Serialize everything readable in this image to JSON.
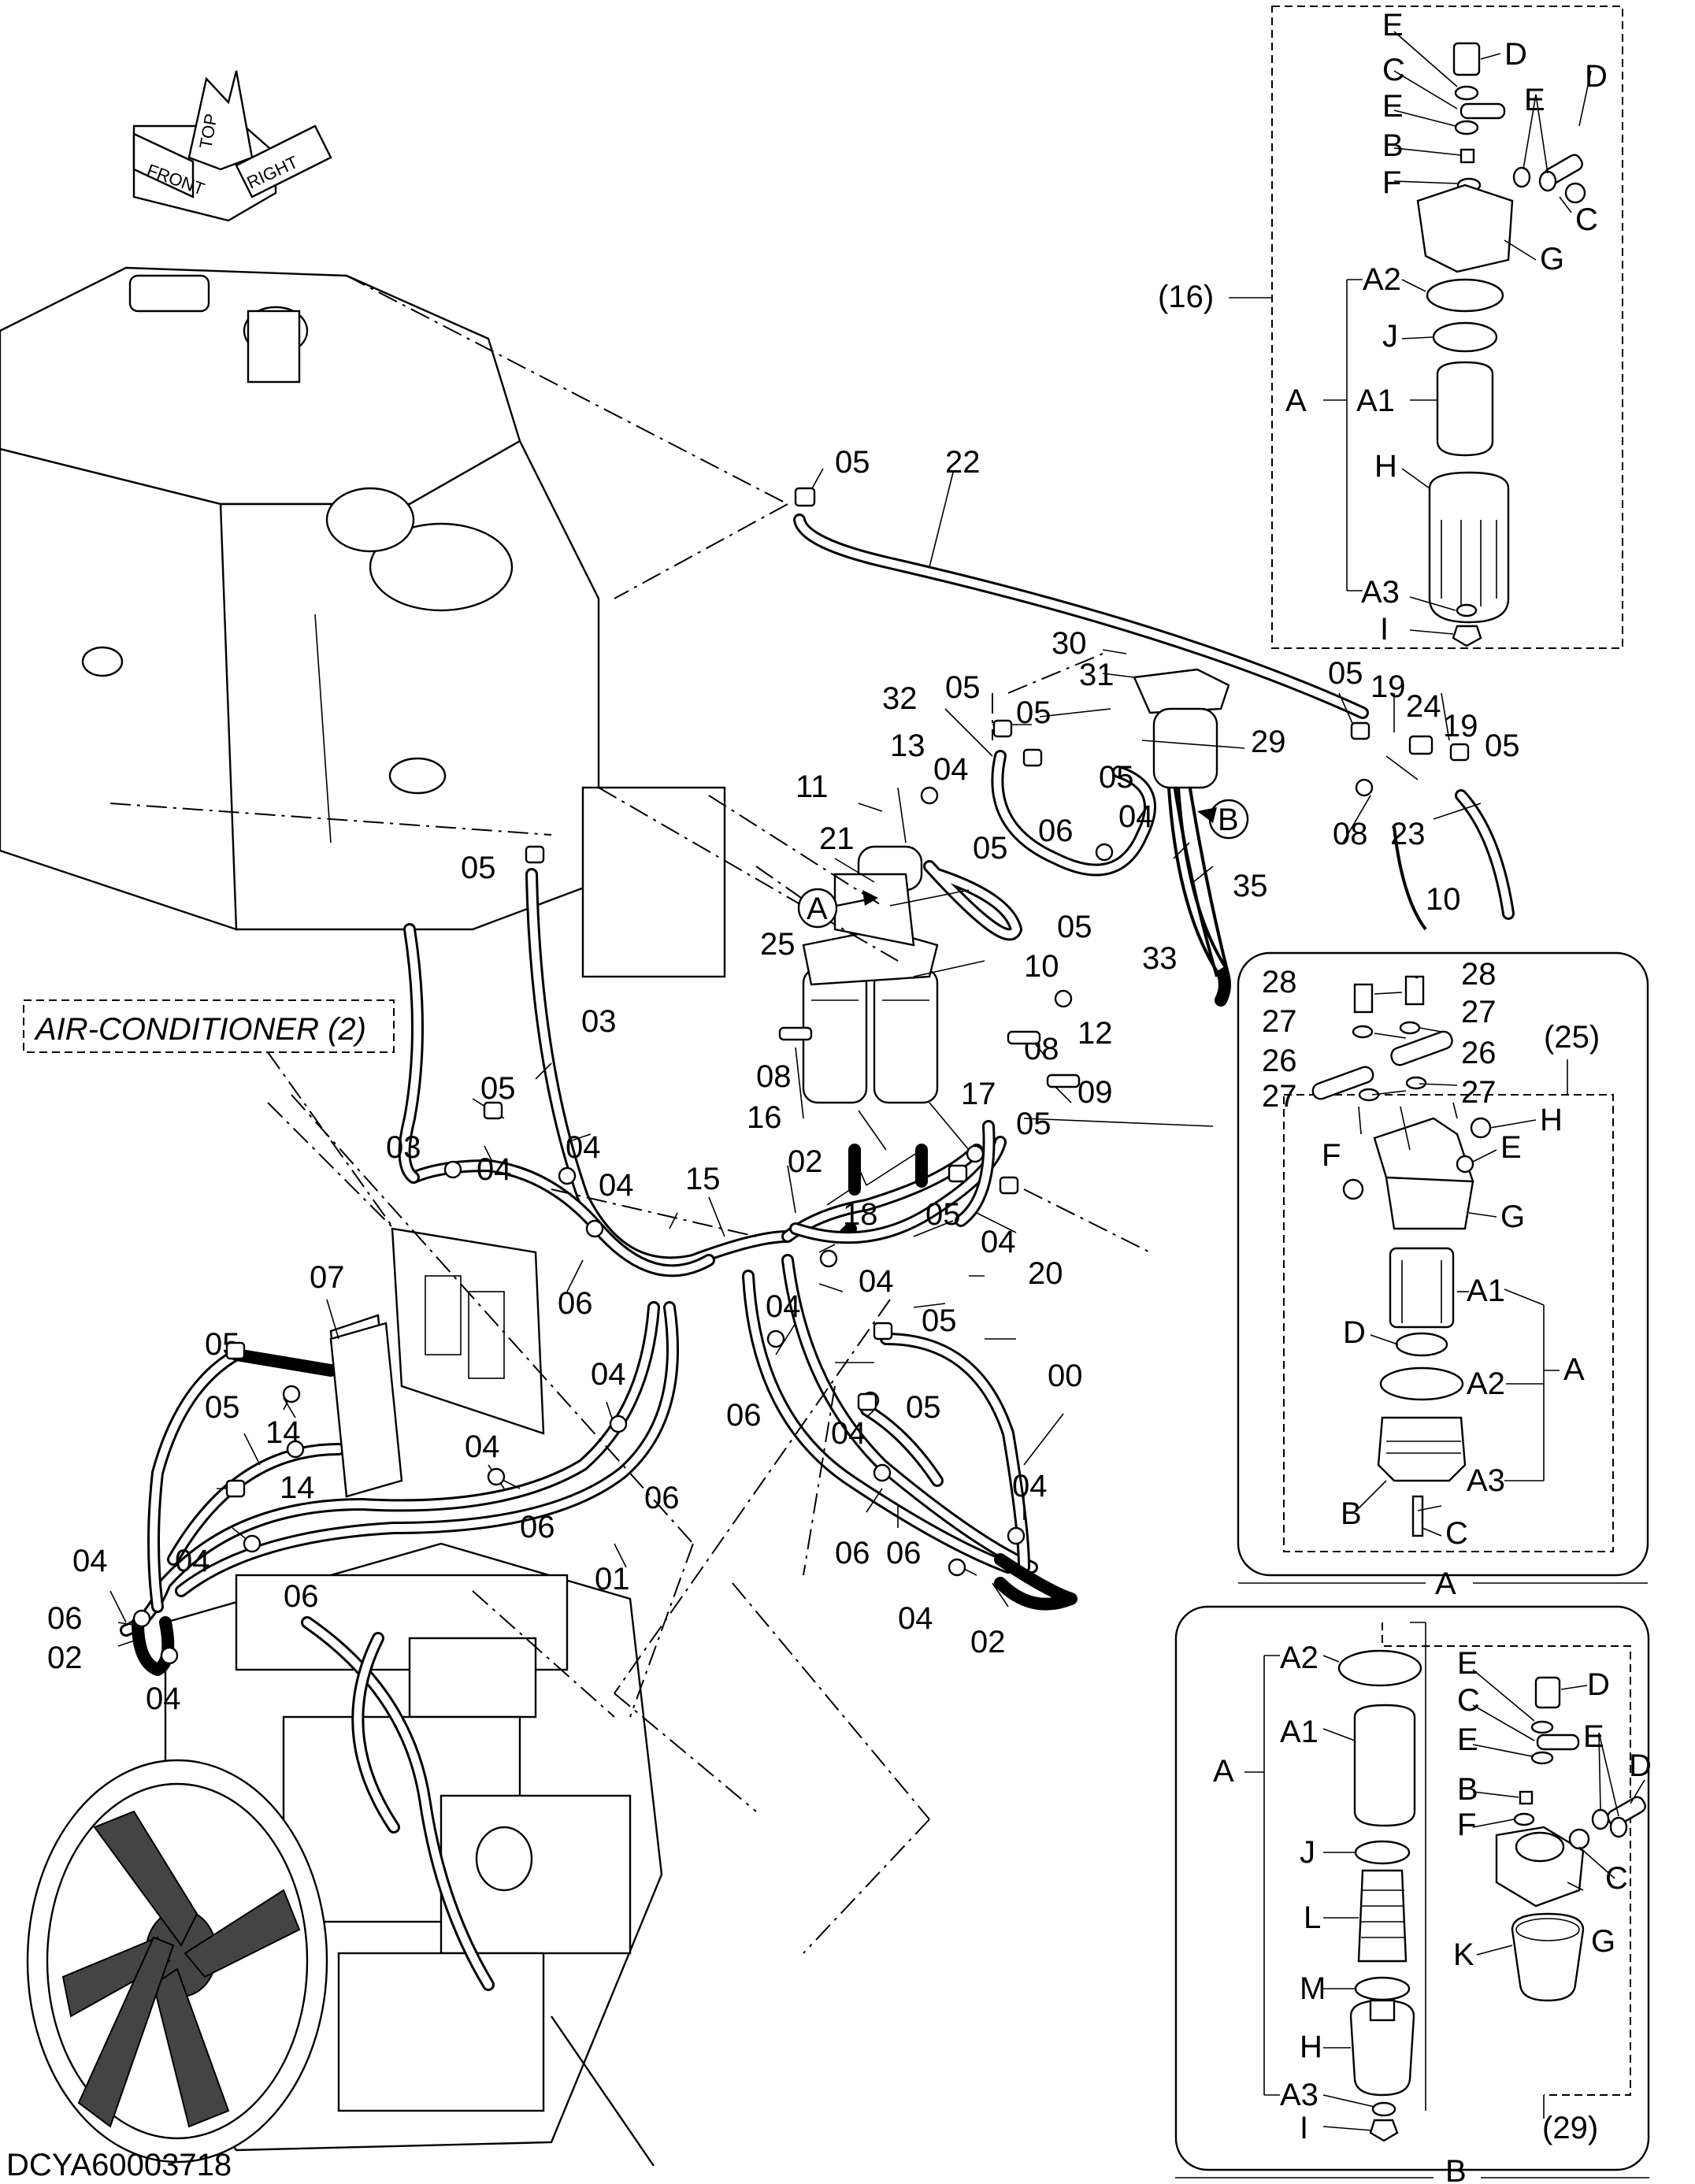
{
  "drawing_id": "DCYA60003718",
  "orientation": {
    "front": "FRONT",
    "top": "TOP",
    "right": "RIGHT"
  },
  "note": "AIR-CONDITIONER (2)",
  "callouts": {
    "A": "A",
    "B": "B"
  },
  "labels": [
    {
      "id": "l-05a",
      "text": "05"
    },
    {
      "id": "l-22",
      "text": "22"
    },
    {
      "id": "l-30",
      "text": "30"
    },
    {
      "id": "l-31",
      "text": "31"
    },
    {
      "id": "l-05b",
      "text": "05"
    },
    {
      "id": "l-19a",
      "text": "19"
    },
    {
      "id": "l-24",
      "text": "24"
    },
    {
      "id": "l-19b",
      "text": "19"
    },
    {
      "id": "l-05c",
      "text": "05"
    },
    {
      "id": "l-29",
      "text": "29"
    },
    {
      "id": "l-08a",
      "text": "08"
    },
    {
      "id": "l-23",
      "text": "23"
    },
    {
      "id": "l-10a",
      "text": "10"
    },
    {
      "id": "l-35",
      "text": "35"
    },
    {
      "id": "l-32",
      "text": "32"
    },
    {
      "id": "l-05d",
      "text": "05"
    },
    {
      "id": "l-05e",
      "text": "05"
    },
    {
      "id": "l-13",
      "text": "13"
    },
    {
      "id": "l-04a",
      "text": "04"
    },
    {
      "id": "l-11",
      "text": "11"
    },
    {
      "id": "l-05f",
      "text": "05"
    },
    {
      "id": "l-21",
      "text": "21"
    },
    {
      "id": "l-05g",
      "text": "05"
    },
    {
      "id": "l-06a",
      "text": "06"
    },
    {
      "id": "l-04b",
      "text": "04"
    },
    {
      "id": "l-05h",
      "text": "05"
    },
    {
      "id": "l-10b",
      "text": "10"
    },
    {
      "id": "l-33",
      "text": "33"
    },
    {
      "id": "l-05i",
      "text": "05"
    },
    {
      "id": "l-25",
      "text": "25"
    },
    {
      "id": "l-12",
      "text": "12"
    },
    {
      "id": "l-08b",
      "text": "08"
    },
    {
      "id": "l-08c",
      "text": "08"
    },
    {
      "id": "l-09",
      "text": "09"
    },
    {
      "id": "l-16",
      "text": "16"
    },
    {
      "id": "l-17",
      "text": "17"
    },
    {
      "id": "l-05j",
      "text": "05"
    },
    {
      "id": "l-03a",
      "text": "03"
    },
    {
      "id": "l-03b",
      "text": "03"
    },
    {
      "id": "l-05k",
      "text": "05"
    },
    {
      "id": "l-04c",
      "text": "04"
    },
    {
      "id": "l-04d",
      "text": "04"
    },
    {
      "id": "l-04e",
      "text": "04"
    },
    {
      "id": "l-15",
      "text": "15"
    },
    {
      "id": "l-02a",
      "text": "02"
    },
    {
      "id": "l-18",
      "text": "18"
    },
    {
      "id": "l-05l",
      "text": "05"
    },
    {
      "id": "l-20",
      "text": "20"
    },
    {
      "id": "l-04f",
      "text": "04"
    },
    {
      "id": "l-06b",
      "text": "06"
    },
    {
      "id": "l-07",
      "text": "07"
    },
    {
      "id": "l-04g",
      "text": "04"
    },
    {
      "id": "l-05m",
      "text": "05"
    },
    {
      "id": "l-00",
      "text": "00"
    },
    {
      "id": "l-05n",
      "text": "05"
    },
    {
      "id": "l-14a",
      "text": "14"
    },
    {
      "id": "l-04h",
      "text": "04"
    },
    {
      "id": "l-06c",
      "text": "06"
    },
    {
      "id": "l-05o",
      "text": "05"
    },
    {
      "id": "l-04i",
      "text": "04"
    },
    {
      "id": "l-05p",
      "text": "05"
    },
    {
      "id": "l-14b",
      "text": "14"
    },
    {
      "id": "l-06d",
      "text": "06"
    },
    {
      "id": "l-04j",
      "text": "04"
    },
    {
      "id": "l-06e",
      "text": "06"
    },
    {
      "id": "l-01",
      "text": "01"
    },
    {
      "id": "l-04k",
      "text": "04"
    },
    {
      "id": "l-06f",
      "text": "06"
    },
    {
      "id": "l-06g",
      "text": "06"
    },
    {
      "id": "l-04l",
      "text": "04"
    },
    {
      "id": "l-04m",
      "text": "04"
    },
    {
      "id": "l-04n",
      "text": "04"
    },
    {
      "id": "l-06h",
      "text": "06"
    },
    {
      "id": "l-02b",
      "text": "02"
    },
    {
      "id": "l-04o",
      "text": "04"
    },
    {
      "id": "l-02c",
      "text": "02"
    },
    {
      "id": "l-06i",
      "text": "06"
    },
    {
      "id": "l-04p",
      "text": "04"
    }
  ],
  "detail_16": {
    "title": "(16)",
    "labels": [
      {
        "id": "d16-E1",
        "text": "E"
      },
      {
        "id": "d16-D1",
        "text": "D"
      },
      {
        "id": "d16-C1",
        "text": "C"
      },
      {
        "id": "d16-E2",
        "text": "E"
      },
      {
        "id": "d16-E3",
        "text": "E"
      },
      {
        "id": "d16-D2",
        "text": "D"
      },
      {
        "id": "d16-B",
        "text": "B"
      },
      {
        "id": "d16-F",
        "text": "F"
      },
      {
        "id": "d16-C2",
        "text": "C"
      },
      {
        "id": "d16-G",
        "text": "G"
      },
      {
        "id": "d16-A2",
        "text": "A2"
      },
      {
        "id": "d16-J",
        "text": "J"
      },
      {
        "id": "d16-A",
        "text": "A"
      },
      {
        "id": "d16-A1",
        "text": "A1"
      },
      {
        "id": "d16-H",
        "text": "H"
      },
      {
        "id": "d16-A3",
        "text": "A3"
      },
      {
        "id": "d16-I",
        "text": "I"
      }
    ]
  },
  "detail_25": {
    "title": "(25)",
    "section": "A",
    "labels": [
      {
        "id": "d25-28a",
        "text": "28"
      },
      {
        "id": "d25-28b",
        "text": "28"
      },
      {
        "id": "d25-27a",
        "text": "27"
      },
      {
        "id": "d25-27b",
        "text": "27"
      },
      {
        "id": "d25-26a",
        "text": "26"
      },
      {
        "id": "d25-26b",
        "text": "26"
      },
      {
        "id": "d25-27c",
        "text": "27"
      },
      {
        "id": "d25-27d",
        "text": "27"
      },
      {
        "id": "d25-H",
        "text": "H"
      },
      {
        "id": "d25-F",
        "text": "F"
      },
      {
        "id": "d25-E",
        "text": "E"
      },
      {
        "id": "d25-G",
        "text": "G"
      },
      {
        "id": "d25-A1",
        "text": "A1"
      },
      {
        "id": "d25-D",
        "text": "D"
      },
      {
        "id": "d25-A",
        "text": "A"
      },
      {
        "id": "d25-A2",
        "text": "A2"
      },
      {
        "id": "d25-B",
        "text": "B"
      },
      {
        "id": "d25-A3",
        "text": "A3"
      },
      {
        "id": "d25-C",
        "text": "C"
      }
    ]
  },
  "detail_29": {
    "title": "(29)",
    "section": "B",
    "labels": [
      {
        "id": "d29-A2",
        "text": "A2"
      },
      {
        "id": "d29-E1",
        "text": "E"
      },
      {
        "id": "d29-D1",
        "text": "D"
      },
      {
        "id": "d29-A",
        "text": "A"
      },
      {
        "id": "d29-A1",
        "text": "A1"
      },
      {
        "id": "d29-C1",
        "text": "C"
      },
      {
        "id": "d29-E2",
        "text": "E"
      },
      {
        "id": "d29-E3",
        "text": "E"
      },
      {
        "id": "d29-D2",
        "text": "D"
      },
      {
        "id": "d29-J",
        "text": "J"
      },
      {
        "id": "d29-B",
        "text": "B"
      },
      {
        "id": "d29-F",
        "text": "F"
      },
      {
        "id": "d29-L",
        "text": "L"
      },
      {
        "id": "d29-C2",
        "text": "C"
      },
      {
        "id": "d29-M",
        "text": "M"
      },
      {
        "id": "d29-G",
        "text": "G"
      },
      {
        "id": "d29-K",
        "text": "K"
      },
      {
        "id": "d29-H",
        "text": "H"
      },
      {
        "id": "d29-A3",
        "text": "A3"
      },
      {
        "id": "d29-I",
        "text": "I"
      }
    ]
  }
}
